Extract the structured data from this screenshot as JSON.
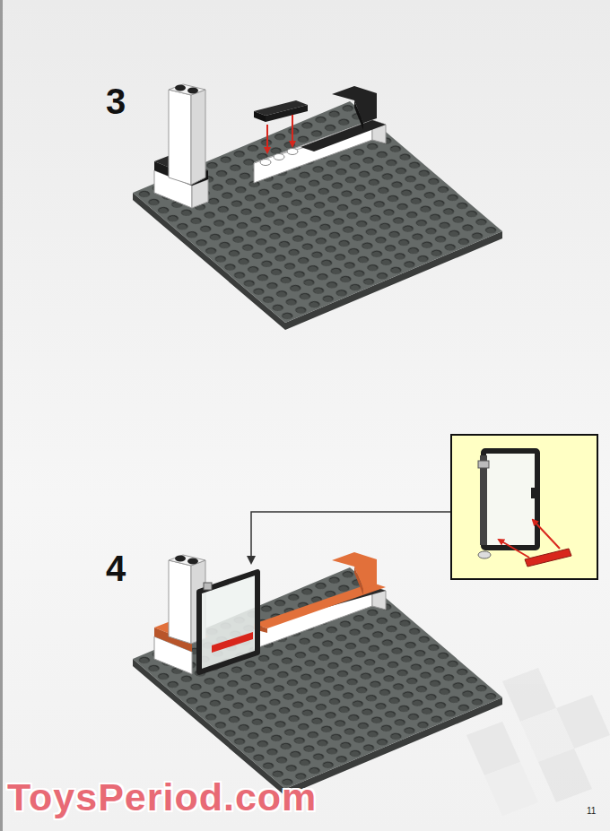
{
  "diagram": {
    "labels": [
      "3",
      "4",
      "ToysPeriod.com",
      "11"
    ]
  }
}
